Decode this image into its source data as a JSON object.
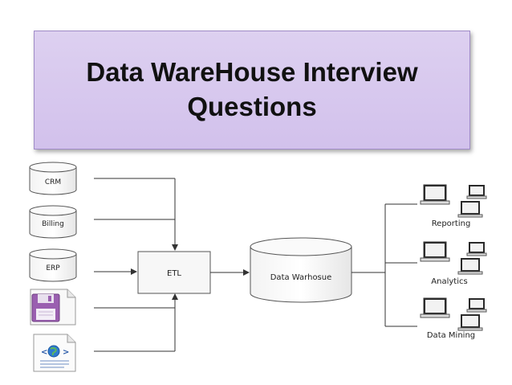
{
  "slide": {
    "title": "Data WareHouse Interview Questions"
  },
  "diagram": {
    "sources": [
      {
        "label": "CRM",
        "kind": "database"
      },
      {
        "label": "Billing",
        "kind": "database"
      },
      {
        "label": "ERP",
        "kind": "database"
      },
      {
        "label": "",
        "kind": "floppy-disk-file"
      },
      {
        "label": "",
        "kind": "web-document-file"
      }
    ],
    "etl_label": "ETL",
    "warehouse_label": "Data Warhosue",
    "outputs": [
      {
        "label": "Reporting"
      },
      {
        "label": "Analytics"
      },
      {
        "label": "Data Mining"
      }
    ]
  },
  "colors": {
    "title_bg": "#d6c6ee",
    "line": "#333333",
    "floppy": "#9a5fb0"
  }
}
